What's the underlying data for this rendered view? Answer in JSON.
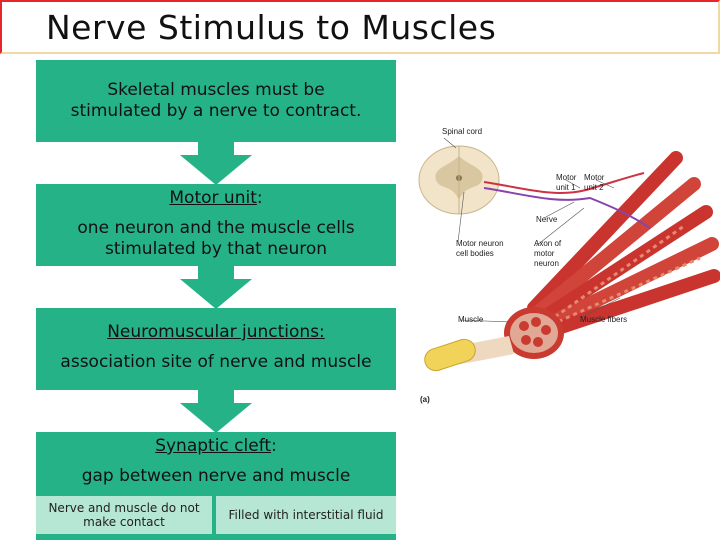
{
  "slide": {
    "title": "Nerve Stimulus to Muscles"
  },
  "flow": {
    "box1": {
      "line1": "Skeletal muscles must be",
      "line2": "stimulated by a nerve to contract."
    },
    "box2": {
      "term": "Motor unit",
      "sep": ":",
      "line1": "one neuron and the muscle cells",
      "line2": "stimulated by that neuron"
    },
    "box3": {
      "term": "Neuromuscular junctions:",
      "line1": "association site of nerve and muscle"
    },
    "box4": {
      "term": "Synaptic cleft",
      "sep": ":",
      "line1": "gap between nerve and muscle"
    },
    "cells": {
      "left_line1": "Nerve and muscle do not",
      "left_line2": "make contact",
      "right": "Filled with interstitial fluid"
    }
  },
  "figure": {
    "spinal_cord": "Spinal cord",
    "motor_unit_1": "Motor unit 1",
    "motor_unit_2": "Motor unit 2",
    "nerve": "Nerve",
    "motor_neuron_cell_bodies": "Motor neuron cell bodies",
    "axon_of_motor_neuron": "Axon of motor neuron",
    "muscle": "Muscle",
    "muscle_fibers": "Muscle fibers",
    "panel": "(a)"
  },
  "colors": {
    "box_green": "#26b287",
    "cell_green": "#b6e6d4",
    "title_border": "#e8242c"
  }
}
